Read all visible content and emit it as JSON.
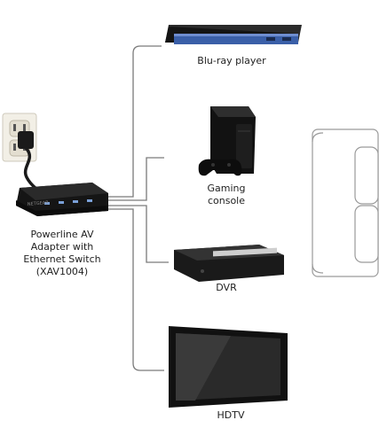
{
  "adapter": {
    "label_lines": [
      "Powerline AV",
      "Adapter with",
      "Ethernet Switch",
      "(XAV1004)"
    ],
    "brand_text": "NETGEAR"
  },
  "devices": [
    {
      "id": "bluray",
      "label_lines": [
        "Blu-ray player"
      ]
    },
    {
      "id": "console",
      "label_lines": [
        "Gaming",
        "console"
      ]
    },
    {
      "id": "dvr",
      "label_lines": [
        "DVR"
      ]
    },
    {
      "id": "hdtv",
      "label_lines": [
        "HDTV"
      ]
    }
  ],
  "colors": {
    "line": "#7a7a7a",
    "device_dark": "#1b1b1b",
    "bluray_accent": "#3a5fa8",
    "outlet": "#f2efe6",
    "sofa_stroke": "#9a9a9a"
  }
}
